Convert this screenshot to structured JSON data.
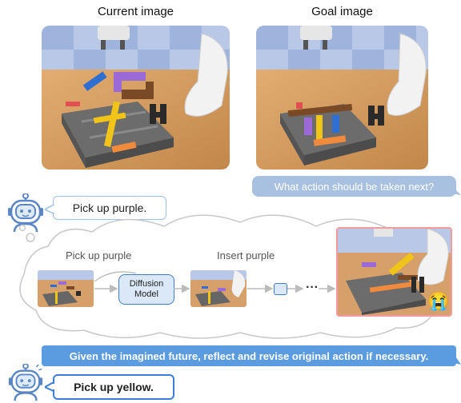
{
  "top": {
    "current_title": "Current image",
    "goal_title": "Goal image"
  },
  "query": "What action should be taken next?",
  "robot_first_reply": "Pick up purple.",
  "cloud": {
    "step1_label": "Pick up purple",
    "step2_label": "Insert purple",
    "model_line1": "Diffusion",
    "model_line2": "Model",
    "ellipsis": "···",
    "emoji": "😭"
  },
  "banner": "Given the imagined future, reflect and revise original action if necessary.",
  "robot_final_reply": "Pick up yellow.",
  "colors": {
    "accent_blue": "#5b9be0",
    "query_blue": "#a8c1e0",
    "future_frame": "#f19aa0",
    "table_wood": "#d49a5c"
  }
}
